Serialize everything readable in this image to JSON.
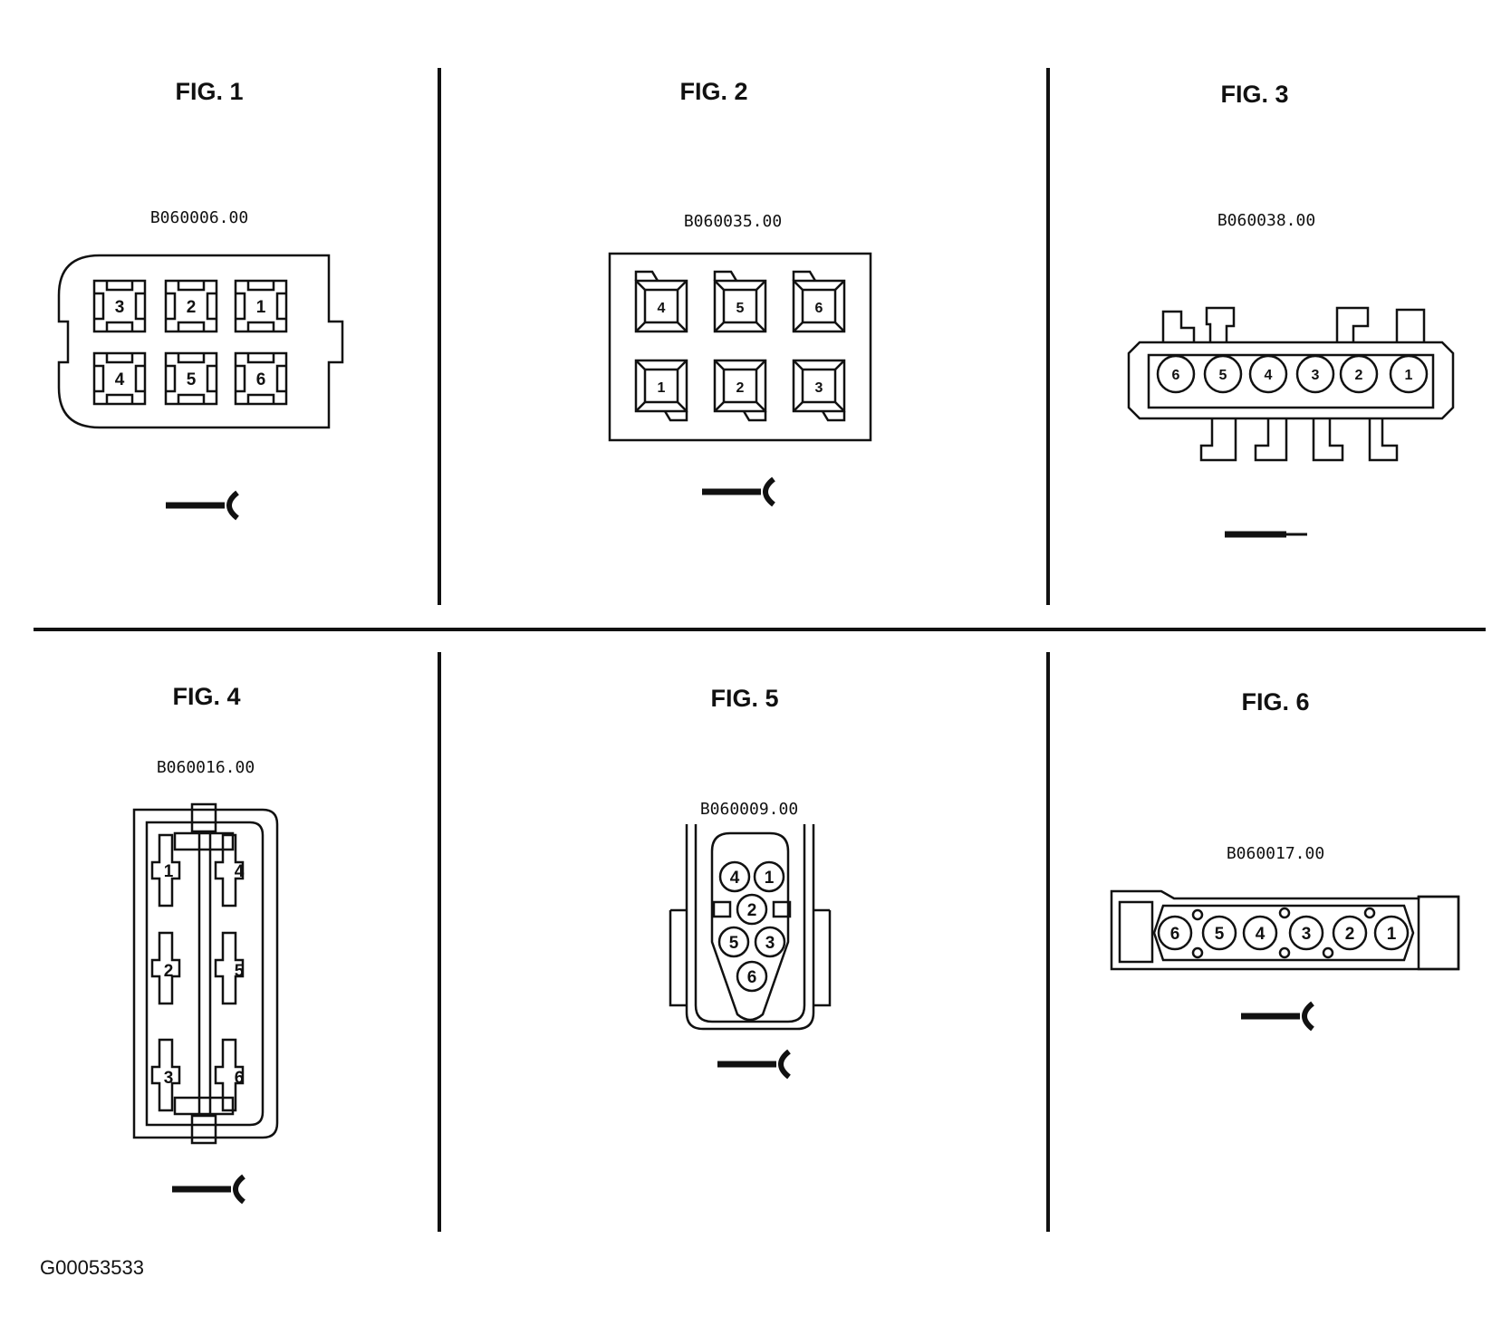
{
  "figures": [
    {
      "title": "FIG. 1",
      "part_code": "B060006.00",
      "pins": [
        "3",
        "2",
        "1",
        "4",
        "5",
        "6"
      ]
    },
    {
      "title": "FIG. 2",
      "part_code": "B060035.00",
      "pins": [
        "4",
        "5",
        "6",
        "1",
        "2",
        "3"
      ]
    },
    {
      "title": "FIG. 3",
      "part_code": "B060038.00",
      "pins": [
        "6",
        "5",
        "4",
        "3",
        "2",
        "1"
      ]
    },
    {
      "title": "FIG. 4",
      "part_code": "B060016.00",
      "pins": [
        "1",
        "4",
        "2",
        "5",
        "3",
        "6"
      ]
    },
    {
      "title": "FIG. 5",
      "part_code": "B060009.00",
      "pins": [
        "4",
        "1",
        "2",
        "5",
        "3",
        "6"
      ]
    },
    {
      "title": "FIG. 6",
      "part_code": "B060017.00",
      "pins": [
        "6",
        "5",
        "4",
        "3",
        "2",
        "1"
      ]
    }
  ],
  "reference_code": "G00053533",
  "icons": {
    "female_terminal": "female-terminal-icon",
    "male_terminal": "male-terminal-icon"
  },
  "colors": {
    "ink": "#111111",
    "background": "#ffffff"
  }
}
